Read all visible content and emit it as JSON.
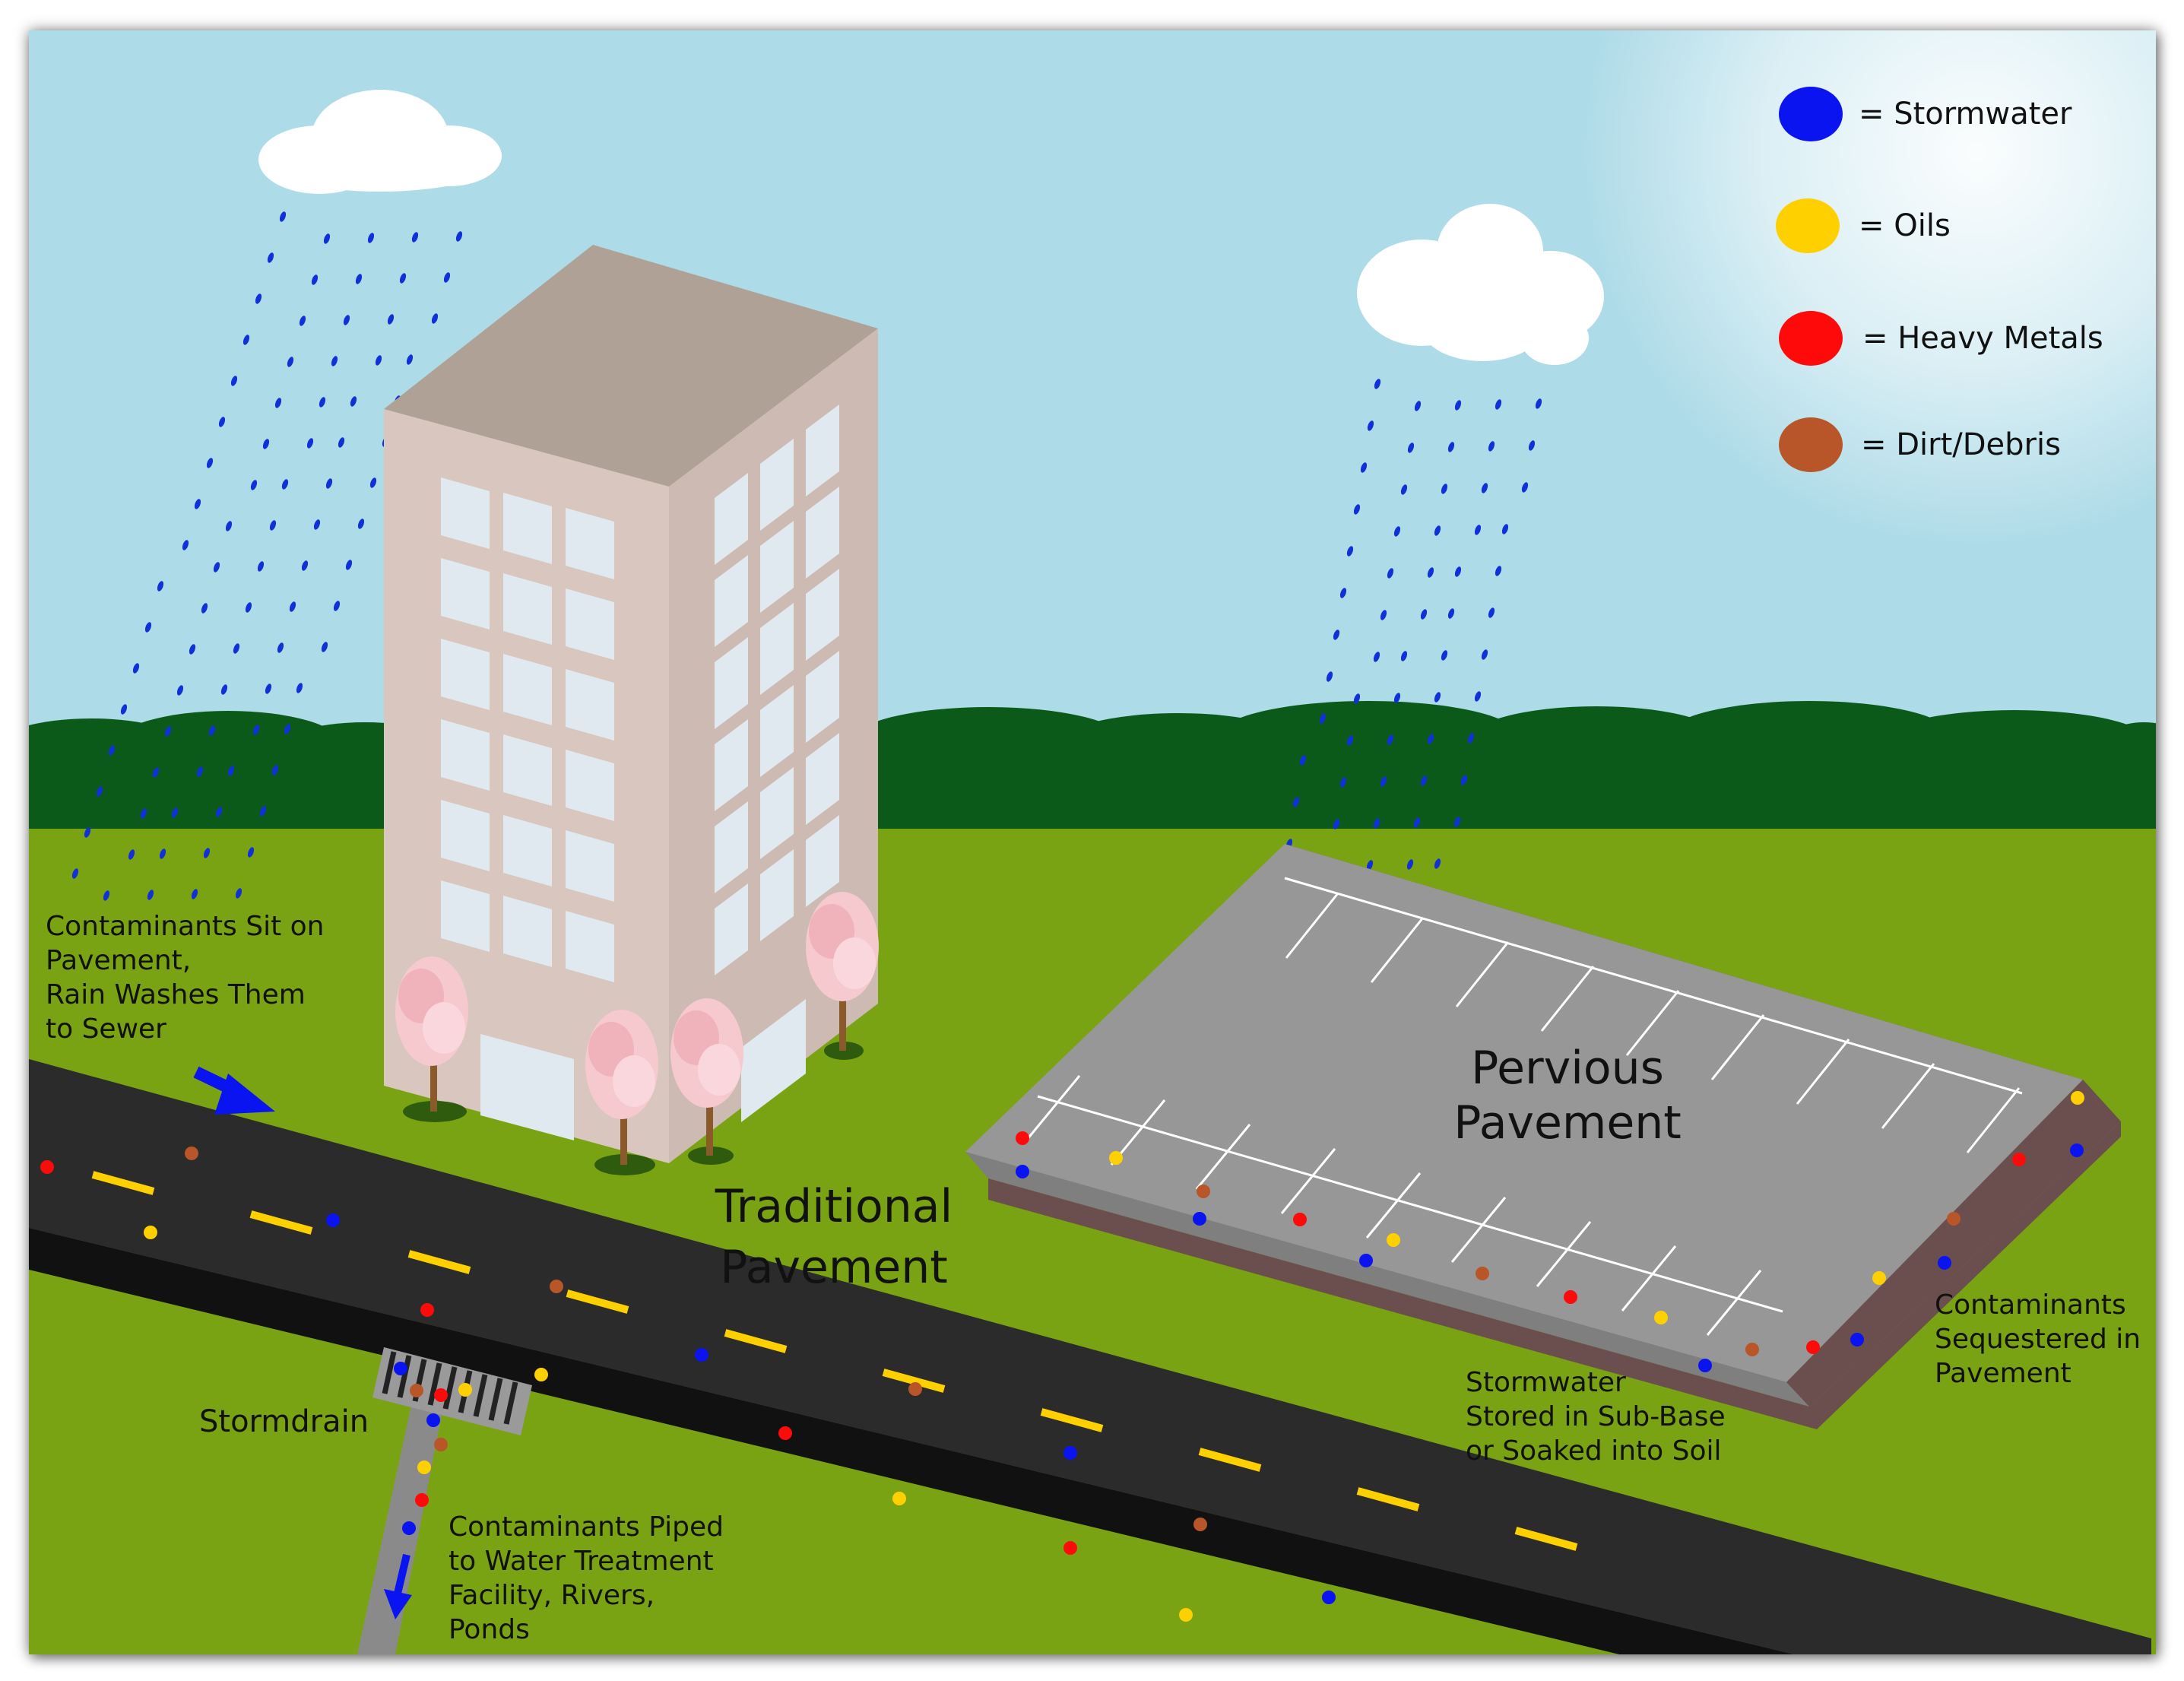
{
  "legend": {
    "items": [
      {
        "label": "= Stormwater",
        "color": "#0a14f0",
        "icon": "blue-dot-icon"
      },
      {
        "label": "= Oils",
        "color": "#ffd000",
        "icon": "yellow-dot-icon"
      },
      {
        "label": "= Heavy Metals",
        "color": "#ff0a0a",
        "icon": "red-dot-icon"
      },
      {
        "label": "= Dirt/Debris",
        "color": "#b8562a",
        "icon": "brown-dot-icon"
      }
    ]
  },
  "labels": {
    "traditional_line1": "Traditional",
    "traditional_line2": "Pavement",
    "pervious_line1": "Pervious",
    "pervious_line2": "Pavement",
    "stormdrain": "Stormdrain",
    "sit_on_pavement": [
      "Contaminants Sit on",
      "Pavement,",
      "Rain Washes Them",
      "to Sewer"
    ],
    "piped": [
      "Contaminants Piped",
      "to Water Treatment",
      "Facility, Rivers,",
      "Ponds"
    ],
    "stored": [
      "Stormwater",
      "Stored in Sub-Base",
      "or Soaked into Soil"
    ],
    "sequestered": [
      "Contaminants",
      "Sequestered in",
      "Pavement"
    ]
  },
  "colors": {
    "sky": "#aedbe8",
    "treeline": "#0b5a1a",
    "grass": "#7aa313",
    "road": "#2b2b2b",
    "lane_dash": "#ffd000",
    "pervious_surface": "#979797",
    "pervious_subbase": "#6b4e4e",
    "building_front": "#d9c6bf",
    "building_roof": "#b0a196",
    "rain": "#1030d8",
    "arrow": "#0a14f0"
  }
}
